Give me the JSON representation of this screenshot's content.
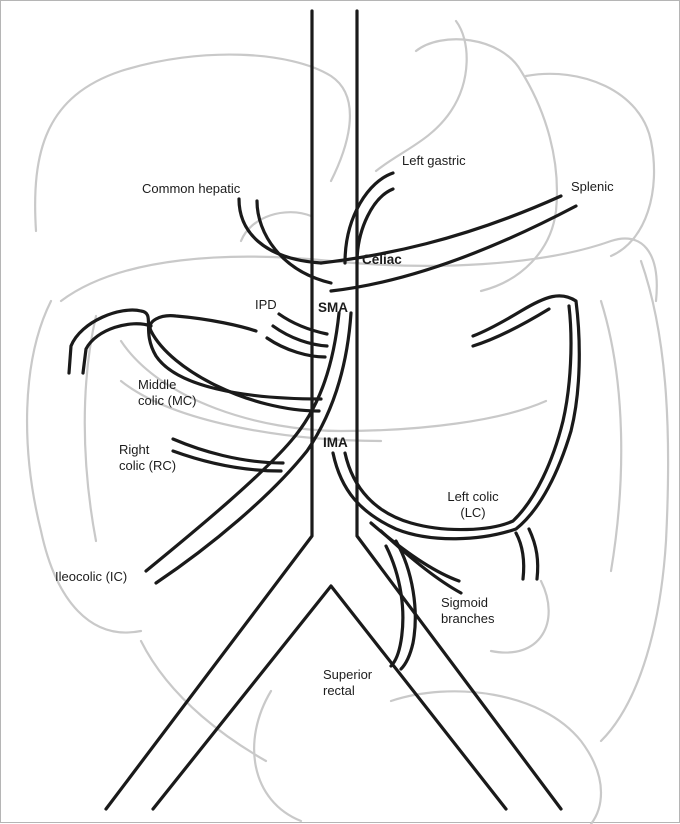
{
  "labels": {
    "common_hepatic": "Common hepatic",
    "left_gastric": "Left gastric",
    "splenic": "Splenic",
    "celiac": "Celiac",
    "ipd": "IPD",
    "sma": "SMA",
    "middle_colic": "Middle\ncolic (MC)",
    "right_colic": "Right\ncolic (RC)",
    "ima": "IMA",
    "left_colic": "Left colic\n(LC)",
    "ileocolic": "Ileocolic (IC)",
    "sigmoid": "Sigmoid\nbranches",
    "superior_rectal": "Superior\nrectal"
  }
}
